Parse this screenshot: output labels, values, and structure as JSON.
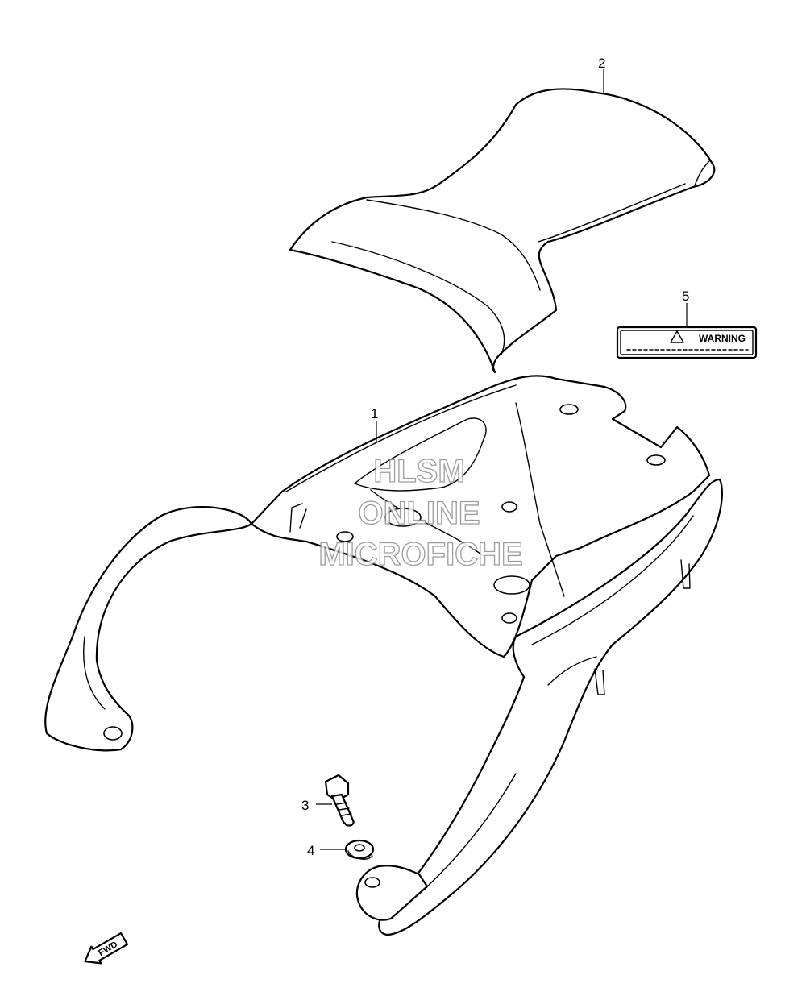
{
  "callouts": {
    "c1": "1",
    "c2": "2",
    "c3": "3",
    "c4": "4",
    "c5": "5"
  },
  "warning_label": {
    "text": "WARNING"
  },
  "direction_marker": {
    "text": "FWD"
  },
  "watermark": {
    "line1": "HLSM",
    "line2": "ONLINE",
    "line3": "MICROFICHE"
  },
  "colors": {
    "line": "#000000",
    "background": "#ffffff",
    "watermark_outline": "#8c8c8c"
  }
}
